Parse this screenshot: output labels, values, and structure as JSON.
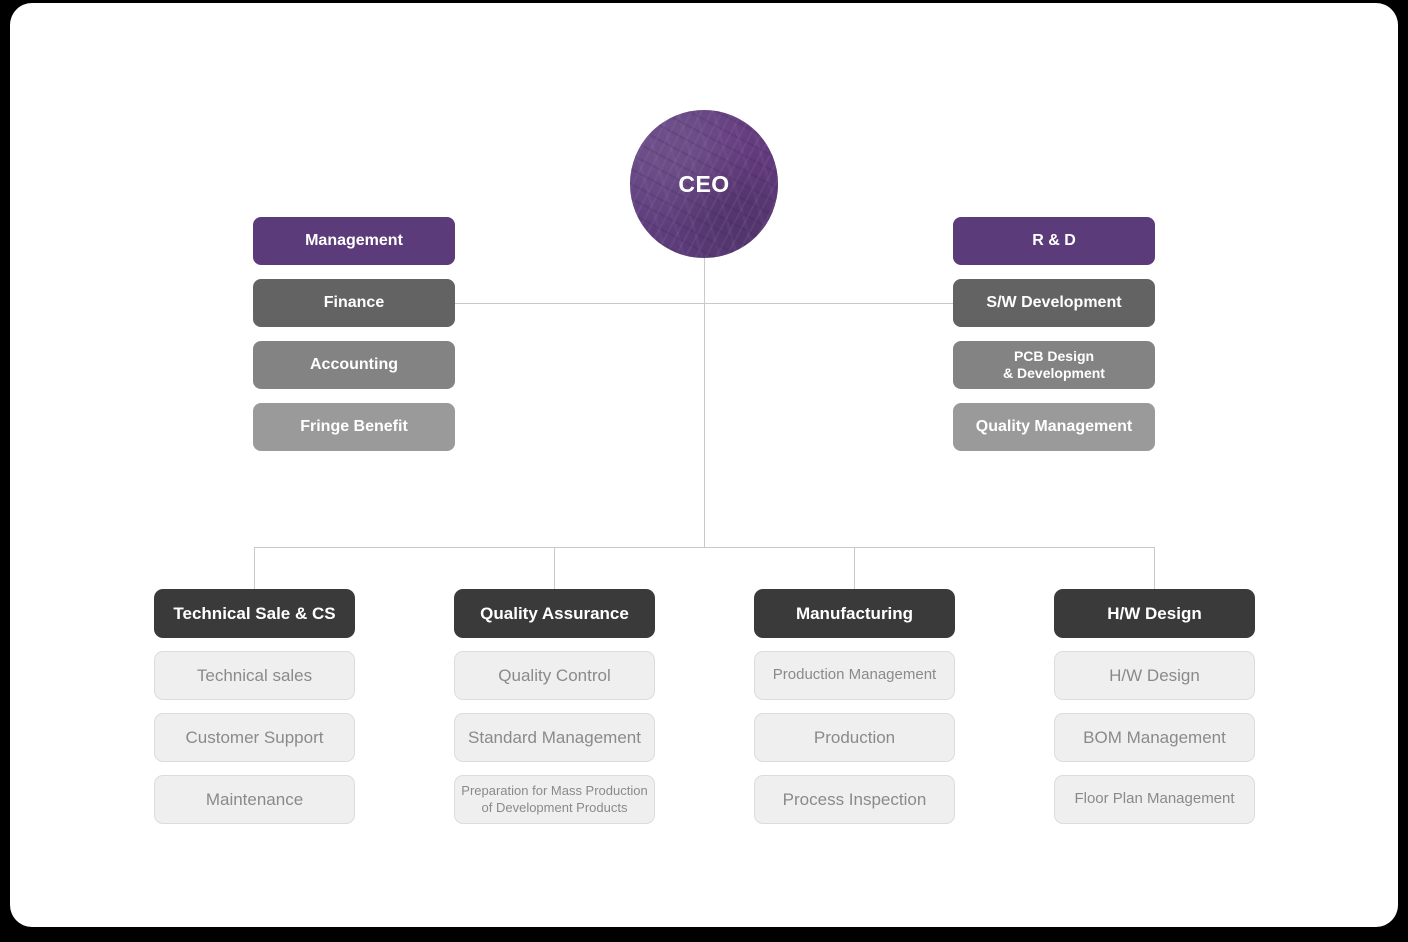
{
  "chart_type": "org-chart",
  "root": {
    "label": "CEO"
  },
  "left_branch": {
    "head": "Management",
    "items": [
      "Finance",
      "Accounting",
      "Fringe Benefit"
    ]
  },
  "right_branch": {
    "head": "R & D",
    "items": [
      "S/W Development",
      "PCB Design\n& Development",
      "Quality Management"
    ],
    "item_line1": "PCB Design",
    "item_line2": "& Development"
  },
  "bottom_groups": [
    {
      "head": "Technical Sale & CS",
      "children": [
        "Technical sales",
        "Customer Support",
        "Maintenance"
      ]
    },
    {
      "head": "Quality Assurance",
      "children": [
        "Quality Control",
        "Standard Management",
        "Preparation for Mass Production of Development Products"
      ],
      "child3_line1": "Preparation for Mass Production",
      "child3_line2": "of Development Products"
    },
    {
      "head": "Manufacturing",
      "children": [
        "Production Management",
        "Production",
        "Process Inspection"
      ]
    },
    {
      "head": "H/W Design",
      "children": [
        "H/W Design",
        "BOM Management",
        "Floor Plan Management"
      ]
    }
  ],
  "colors": {
    "accent_purple": "#5c3b7a",
    "level1_gray": "#636363",
    "level2_gray": "#838383",
    "level3_gray": "#9a9a9a",
    "group_head_dark": "#3a3a3a",
    "child_fill": "#efefef",
    "child_text": "#8a8a8a",
    "connector": "#c9c9c9",
    "card_bg": "#ffffff",
    "page_bg": "#000000"
  }
}
